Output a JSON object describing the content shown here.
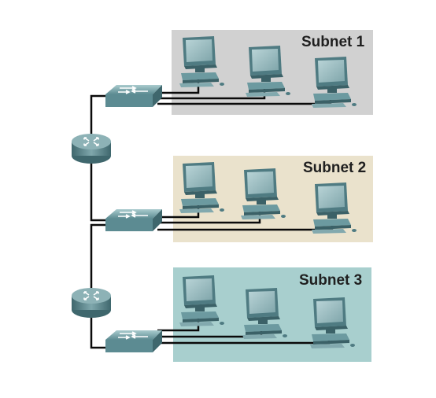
{
  "diagram": {
    "subnets": [
      {
        "label": "Subnet 1",
        "color": "#d1d1d1",
        "hosts": 3
      },
      {
        "label": "Subnet 2",
        "color": "#eae2cc",
        "hosts": 3
      },
      {
        "label": "Subnet 3",
        "color": "#a8cfce",
        "hosts": 3
      }
    ],
    "routers": 2,
    "switches": 3,
    "colors": {
      "cable": "#0a0a0a",
      "device": "#5f8f96",
      "device_dark": "#3a6168",
      "device_light": "#9fc1c4",
      "screen": "#9fbfc4"
    }
  }
}
